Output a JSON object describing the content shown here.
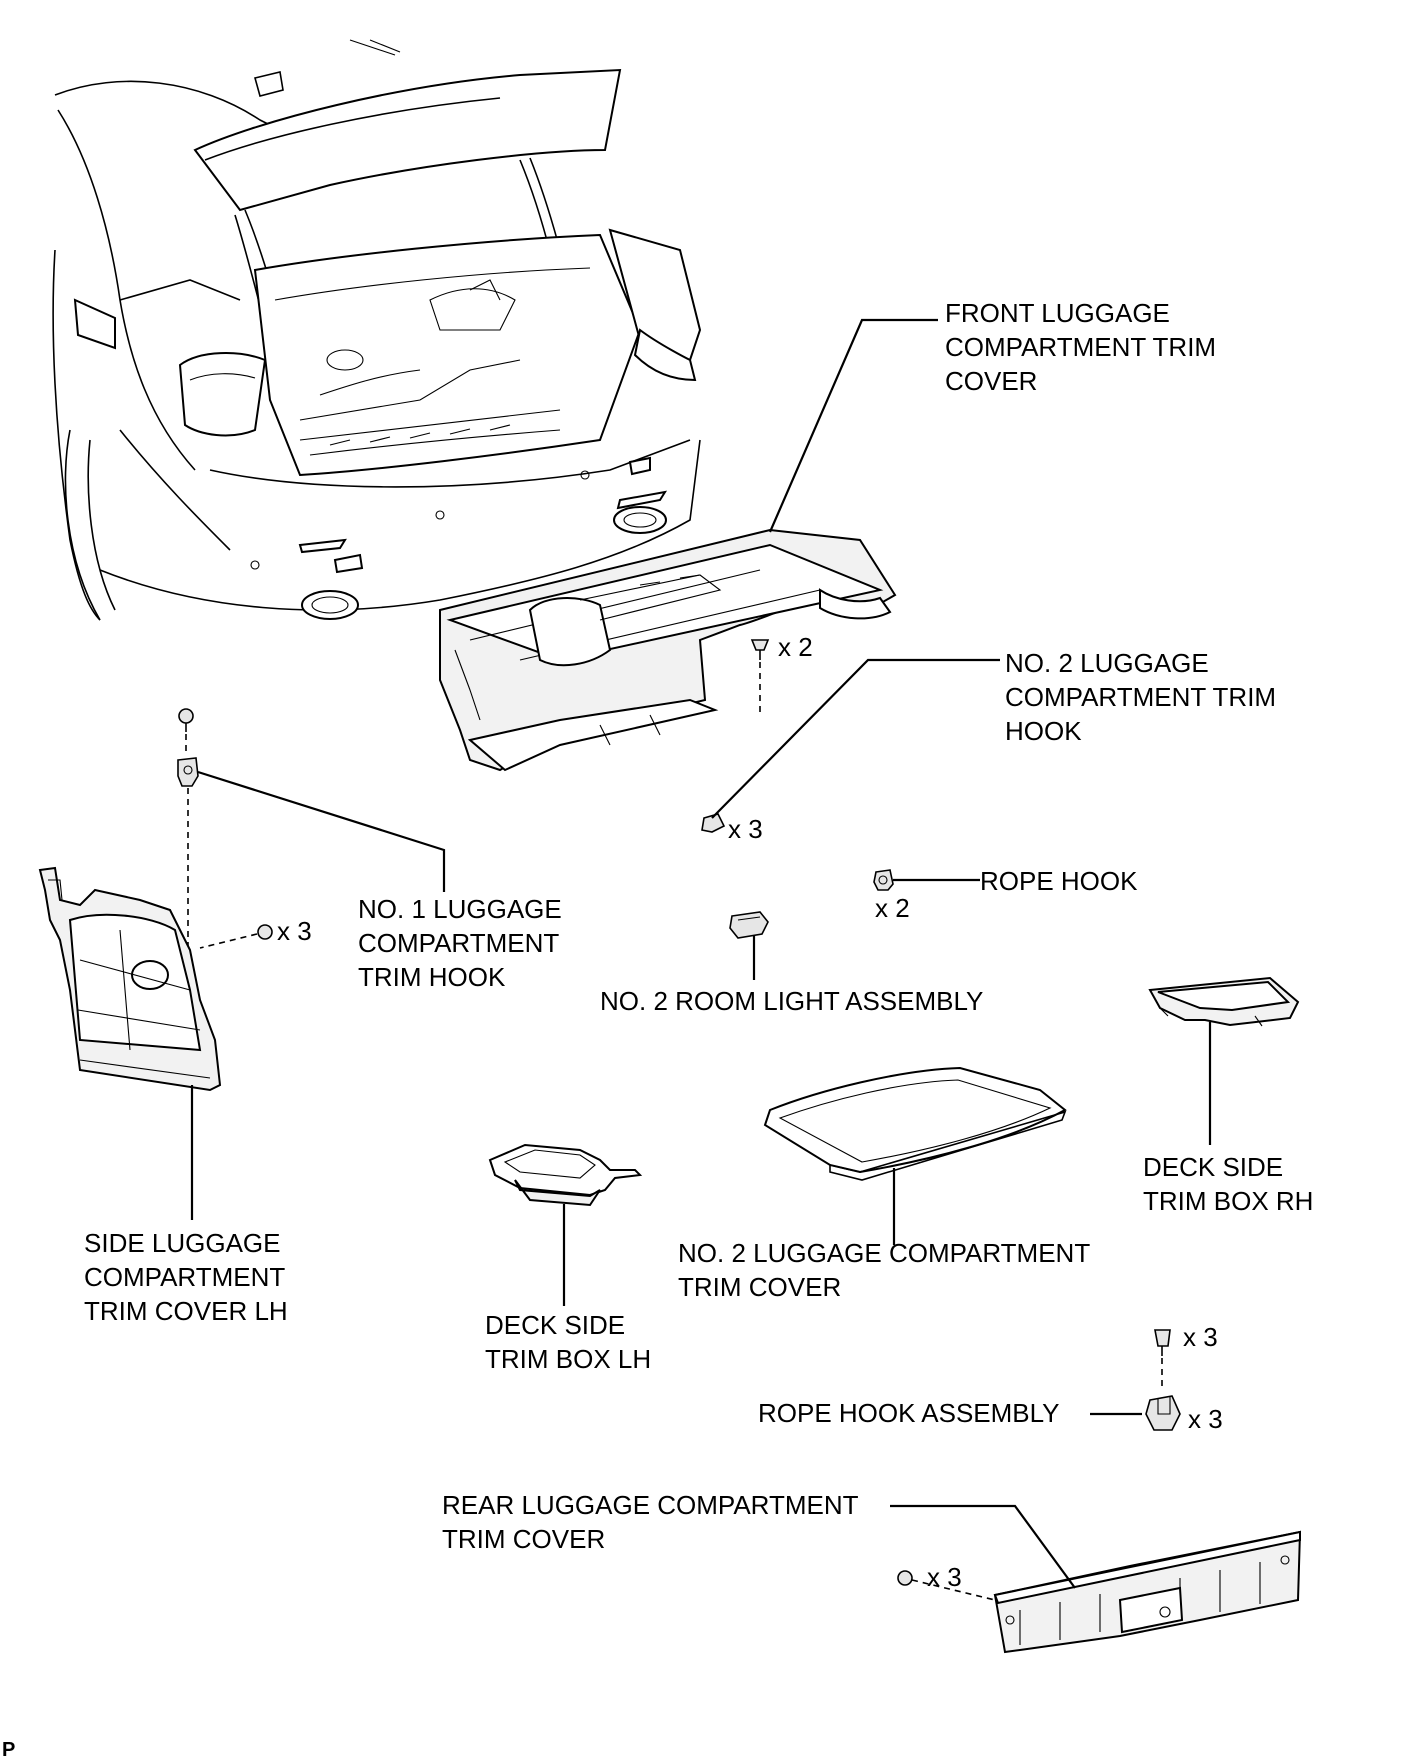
{
  "labels": {
    "front_trim_cover": [
      "FRONT LUGGAGE",
      "COMPARTMENT TRIM",
      "COVER"
    ],
    "no2_trim_hook": [
      "NO. 2 LUGGAGE",
      "COMPARTMENT TRIM",
      "HOOK"
    ],
    "rope_hook": [
      "ROPE HOOK"
    ],
    "no1_trim_hook": [
      "NO. 1 LUGGAGE",
      "COMPARTMENT",
      "TRIM HOOK"
    ],
    "no2_room_light": [
      "NO. 2 ROOM LIGHT ASSEMBLY"
    ],
    "deck_side_rh": [
      "DECK SIDE",
      "TRIM BOX RH"
    ],
    "side_trim_cover_lh": [
      "SIDE LUGGAGE",
      "COMPARTMENT",
      "TRIM COVER LH"
    ],
    "deck_side_lh": [
      "DECK SIDE",
      "TRIM BOX LH"
    ],
    "no2_trim_cover": [
      "NO. 2 LUGGAGE COMPARTMENT",
      "TRIM COVER"
    ],
    "rope_hook_assembly": [
      "ROPE HOOK ASSEMBLY"
    ],
    "rear_trim_cover": [
      "REAR LUGGAGE COMPARTMENT",
      "TRIM COVER"
    ]
  },
  "quantities": {
    "front_cover_clip": "x 2",
    "no2_hook_qty": "x 3",
    "rope_hook_qty": "x 2",
    "side_cover_clip": "x 3",
    "rope_hook_assy_bolt": "x 3",
    "rope_hook_assy_qty": "x 3",
    "rear_cover_clip": "x 3"
  },
  "corner_mark": "P"
}
